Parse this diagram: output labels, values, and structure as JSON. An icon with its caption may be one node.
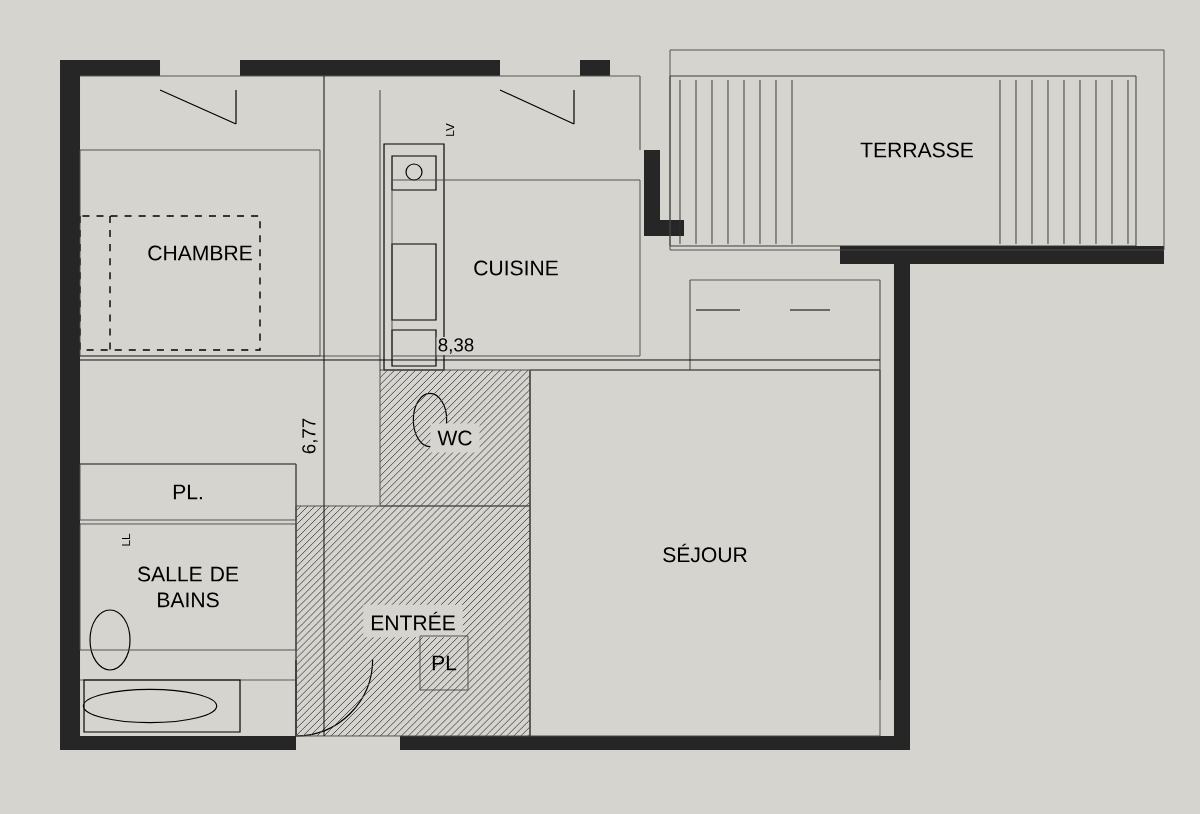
{
  "diagram": {
    "nodes": [
      {
        "text": [
          "CHAMBRE"
        ]
      },
      {
        "text": [
          "CUISINE"
        ]
      },
      {
        "text": [
          "TERRASSE"
        ]
      },
      {
        "text": [
          "WC"
        ]
      },
      {
        "text": [
          "PL."
        ]
      },
      {
        "text": [
          "SALLE DE BAINS"
        ]
      },
      {
        "text": [
          "ENTRÉE"
        ]
      },
      {
        "text": [
          "PL"
        ],
        "in": 6
      },
      {
        "text": [
          "SÉJOUR"
        ]
      }
    ],
    "labels": [
      "8,38",
      "6,77",
      "LV",
      "LL"
    ]
  }
}
